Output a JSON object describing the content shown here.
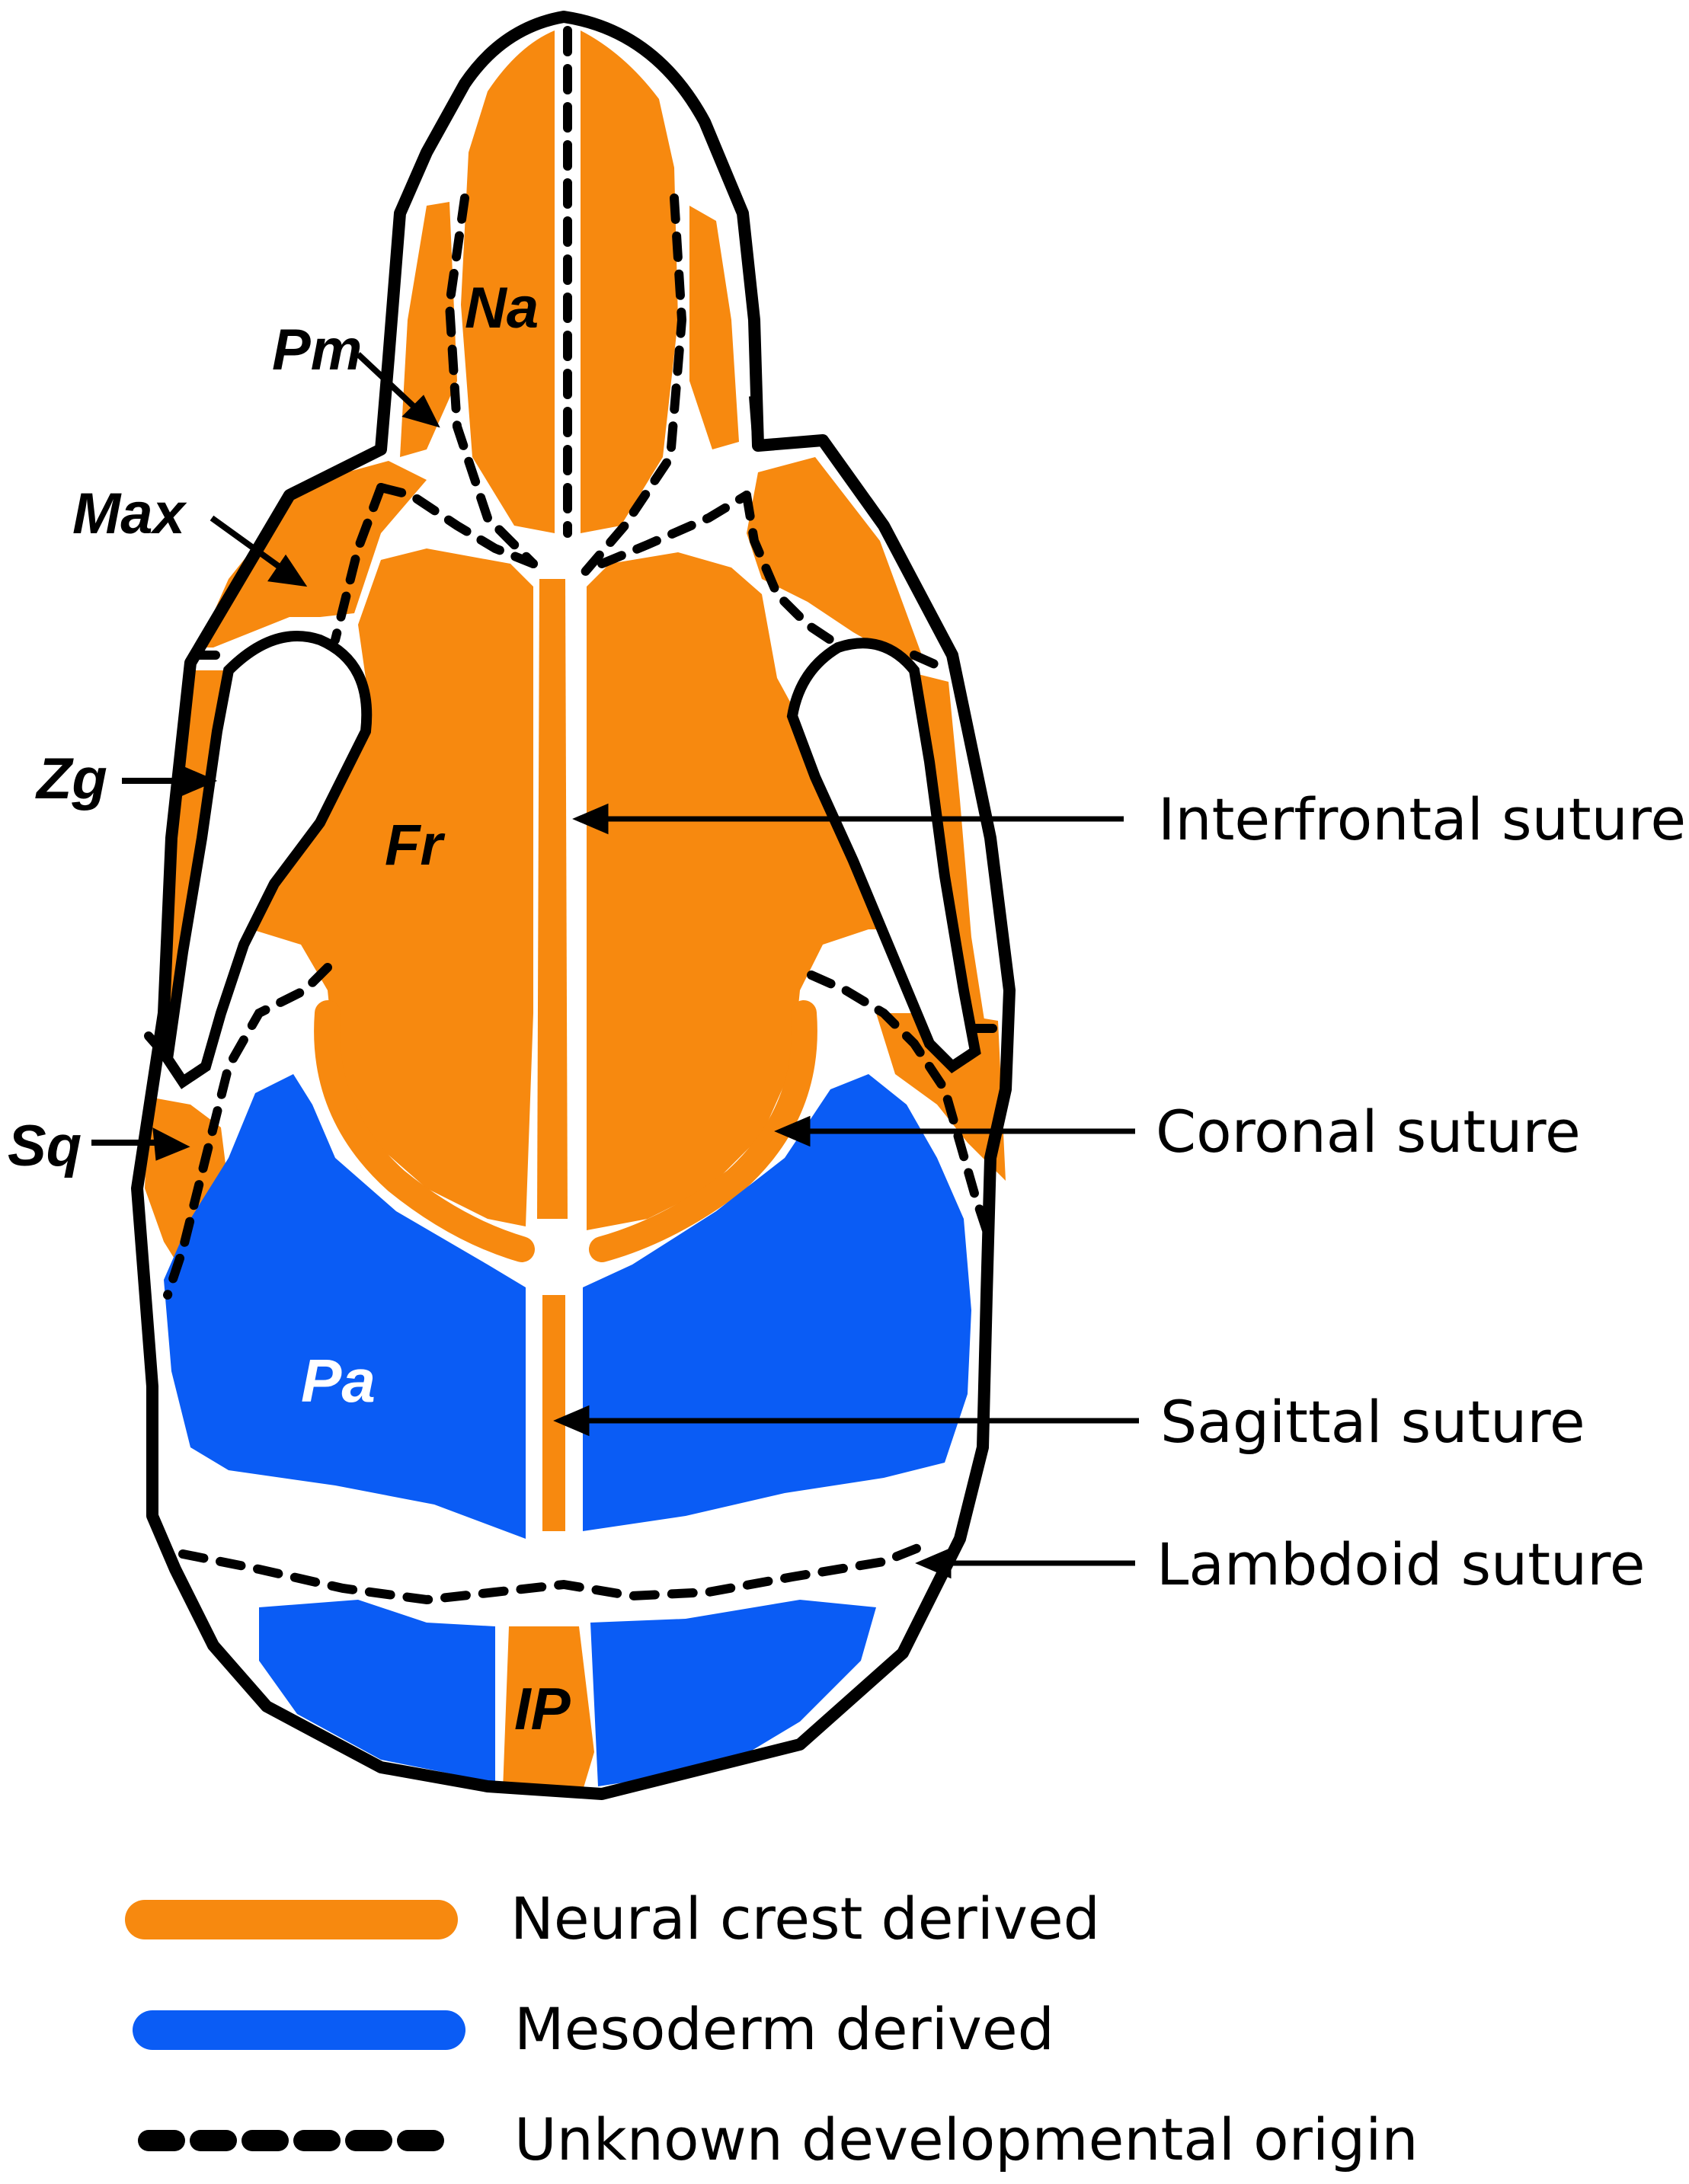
{
  "colors": {
    "neural_crest": "#F7890F",
    "mesoderm": "#0A5CF5",
    "suture_gap": "#FFFFFF",
    "outline": "#000000"
  },
  "bones": {
    "na": "Na",
    "pm": "Pm",
    "max": "Max",
    "zg": "Zg",
    "fr": "Fr",
    "sq": "Sq",
    "pa": "Pa",
    "ip": "IP"
  },
  "sutures": {
    "interfrontal": "Interfrontal suture",
    "coronal": "Coronal suture",
    "sagittal": "Sagittal suture",
    "lambdoid": "Lambdoid suture"
  },
  "legend": [
    {
      "label": "Neural crest derived",
      "style": "orange-bar"
    },
    {
      "label": "Mesoderm derived",
      "style": "blue-bar"
    },
    {
      "label": "Unknown developmental origin",
      "style": "dashed-line"
    }
  ]
}
